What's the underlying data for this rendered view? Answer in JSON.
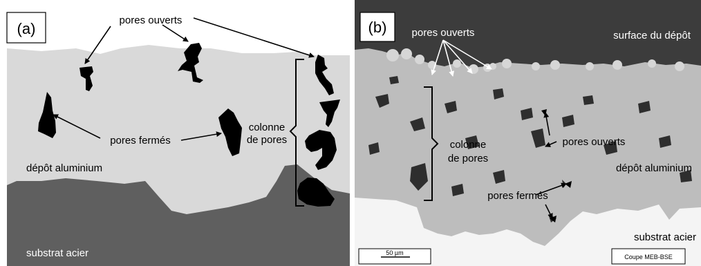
{
  "panel_a": {
    "panel_label": "(a)",
    "labels": {
      "open_pores": "pores ouverts",
      "closed_pores": "pores fermés",
      "pore_column_line1": "colonne",
      "pore_column_line2": "de pores",
      "coating": "dépôt aluminium",
      "substrate": "substrat acier"
    }
  },
  "panel_b": {
    "panel_label": "(b)",
    "labels": {
      "open_pores_top": "pores ouverts",
      "surface": "surface du dépôt",
      "pore_column_line1": "colonne",
      "pore_column_line2": "de pores",
      "open_pores_mid": "pores ouverts",
      "coating": "dépôt aluminium",
      "closed_pores": "pores fermés",
      "substrate": "substrat acier",
      "scale_bar": "50 µm",
      "method": "Coupe MEB-BSE"
    }
  },
  "colors": {
    "coating_a": "#d9d9d9",
    "substrate_a": "#5f5f5f",
    "pore": "#000000",
    "sem_background": "#3c3c3c",
    "sem_coating": "#bdbdbd",
    "sem_substrate": "#f4f4f4"
  }
}
